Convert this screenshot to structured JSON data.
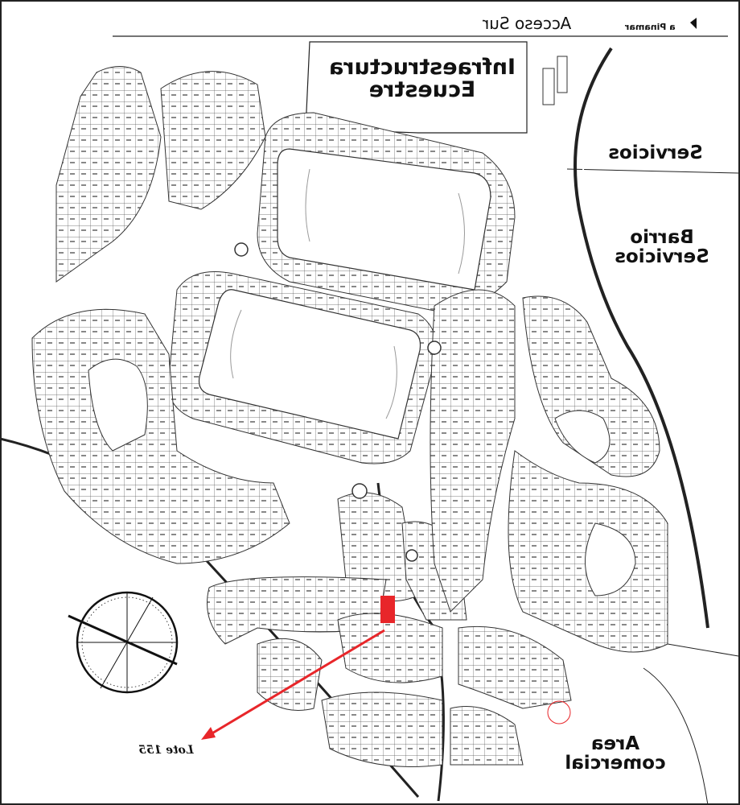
{
  "access": {
    "road_label": "Acceso Sur",
    "direction_label": "a Pinamar"
  },
  "zones": {
    "equestrian": [
      "Infraestructura",
      "Ecuestre"
    ],
    "services": "Servicios",
    "barrio_services": [
      "Barrio",
      "Servicios"
    ],
    "commercial": [
      "Area",
      "comercial"
    ]
  },
  "marker": {
    "lot_label": "Lote 155",
    "color": "#e8262a"
  },
  "colors": {
    "line": "#333333",
    "lot_fill": "#ffffff",
    "background": "#ffffff"
  }
}
